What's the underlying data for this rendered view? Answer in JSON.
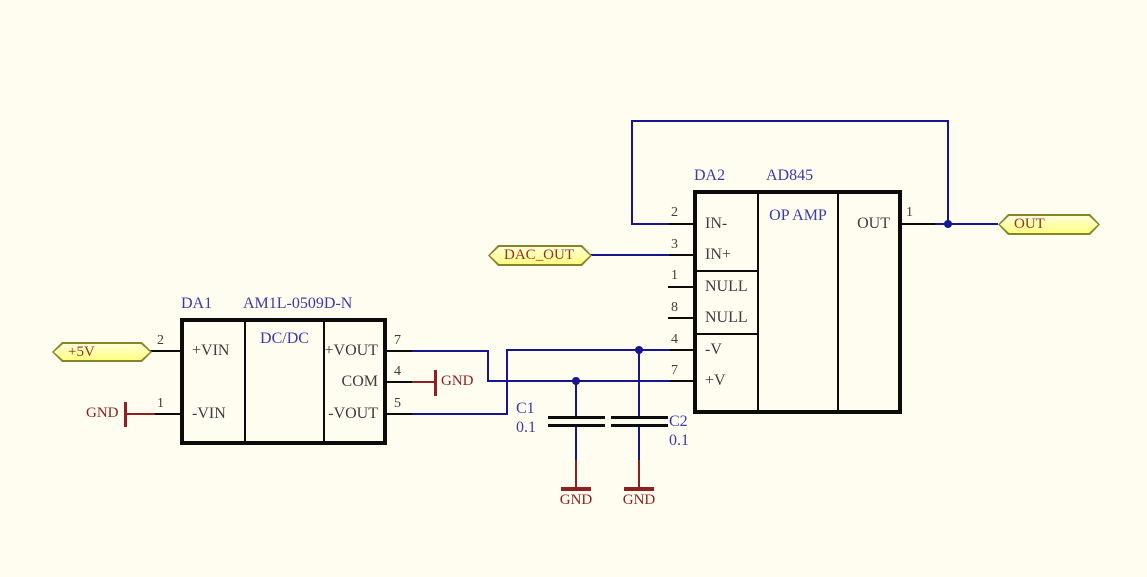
{
  "diagram": {
    "type_note": "schematic",
    "gnd_label": "GND",
    "ports": {
      "p5v": "+5V",
      "dac_out": "DAC_OUT",
      "out": "OUT"
    },
    "da1": {
      "designator": "DA1",
      "part": "AM1L-0509D-N",
      "type_label": "DC/DC",
      "pins": {
        "vin_p": {
          "num": "2",
          "name": "+VIN"
        },
        "vin_n": {
          "num": "1",
          "name": "-VIN"
        },
        "vout_p": {
          "num": "7",
          "name": "+VOUT"
        },
        "com": {
          "num": "4",
          "name": "COM"
        },
        "vout_n": {
          "num": "5",
          "name": "-VOUT"
        }
      }
    },
    "da2": {
      "designator": "DA2",
      "part": "AD845",
      "type_label": "OP AMP",
      "pins": {
        "in_n": {
          "num": "2",
          "name": "IN-"
        },
        "in_p": {
          "num": "3",
          "name": "IN+"
        },
        "null_a": {
          "num": "1",
          "name": "NULL"
        },
        "null_b": {
          "num": "8",
          "name": "NULL"
        },
        "v_n": {
          "num": "4",
          "name": "-V"
        },
        "v_p": {
          "num": "7",
          "name": "+V"
        },
        "out": {
          "num": "1",
          "name": "OUT"
        }
      }
    },
    "c1": {
      "designator": "C1",
      "value": "0.1"
    },
    "c2": {
      "designator": "C2",
      "value": "0.1"
    }
  },
  "colors": {
    "background": "#fffdf0",
    "wire": "#16168e",
    "component_outline": "#0c0c0c",
    "label_blue": "#3a3aa8",
    "pin_text": "#3d3d3d",
    "gnd_red": "#8e2020",
    "flag_fill": "#ffff82",
    "flag_fill_light": "#ffffd8",
    "flag_border": "#85852a",
    "flag_text": "#96301f"
  }
}
